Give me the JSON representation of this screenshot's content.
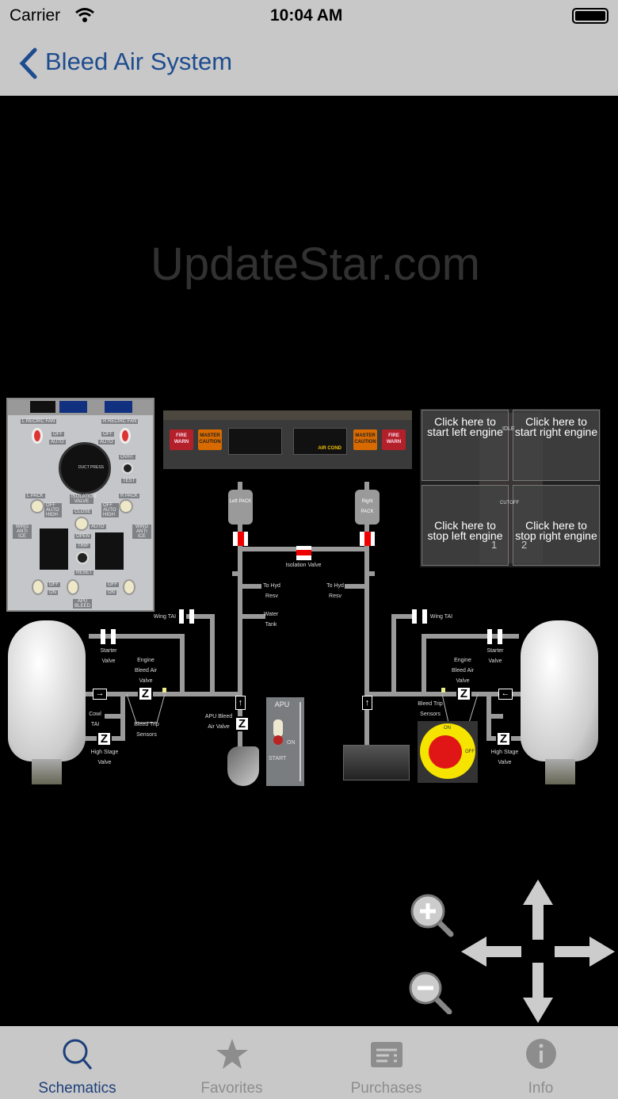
{
  "status_bar": {
    "carrier": "Carrier",
    "time": "10:04 AM"
  },
  "nav": {
    "back_icon": "chevron-left-icon",
    "title": "Bleed Air System"
  },
  "overhead_panel": {
    "l_recirc_fan": "L RECIRC FAN",
    "r_recirc_fan": "R RECIRC FAN",
    "off": "OFF",
    "auto": "AUTO",
    "duct_press": "DUCT PRESS",
    "ovht": "OVHT",
    "test": "TEST",
    "l_pack": "L PACK",
    "r_pack": "R PACK",
    "pack_positions": "OFF AUTO HIGH",
    "isolation_valve": "ISOLATION VALVE",
    "close": "CLOSE",
    "open": "OPEN",
    "wing_anti_ice": "WING ANTI ICE",
    "trip": "TRIP",
    "reset": "RESET",
    "on": "ON",
    "apu_bleed": "APU BLEED"
  },
  "warning_panel": {
    "fire_warn": "FIRE WARN",
    "master_caution": "MASTER CAUTION",
    "air_cond": "AIR COND"
  },
  "throttle": {
    "start_left": "Click here to start left engine",
    "start_right": "Click here to start right engine",
    "stop_left": "Click here to stop left engine",
    "stop_right": "Click here to stop right engine",
    "idle": "IDLE",
    "cutoff": "CUTOFF",
    "lever_1": "1",
    "lever_2": "2"
  },
  "schematic": {
    "left_pack": "Left PACK",
    "right_pack": "Right PACK",
    "isolation_valve": "Isolation Valve",
    "to_hyd_resv": "To Hyd Resv",
    "water_tank": "Water Tank",
    "wing_tai": "Wing TAI",
    "starter_valve": "Starter Valve",
    "engine_bleed_air_valve": "Engine Bleed Air Valve",
    "cowl_tai": "Cowl TAI",
    "bleed_trip_sensors": "Bleed Trip Sensors",
    "high_stage_valve": "High Stage Valve",
    "apu_bleed_air_valve": "APU Bleed Air Valve",
    "apu": "APU",
    "apu_on": "ON",
    "apu_start": "START",
    "switch_on": "ON",
    "switch_off": "OFF",
    "watermark": "UpdateStar.com"
  },
  "controls": {
    "zoom_in": "zoom-in-icon",
    "zoom_out": "zoom-out-icon"
  },
  "tabs": [
    {
      "label": "Schematics",
      "icon": "search-icon"
    },
    {
      "label": "Favorites",
      "icon": "star-icon"
    },
    {
      "label": "Purchases",
      "icon": "receipt-icon"
    },
    {
      "label": "Info",
      "icon": "info-icon"
    }
  ],
  "colors": {
    "accent": "#1d4c8f",
    "pipe": "#9a9a9a",
    "bar": "#c8c8c8"
  }
}
